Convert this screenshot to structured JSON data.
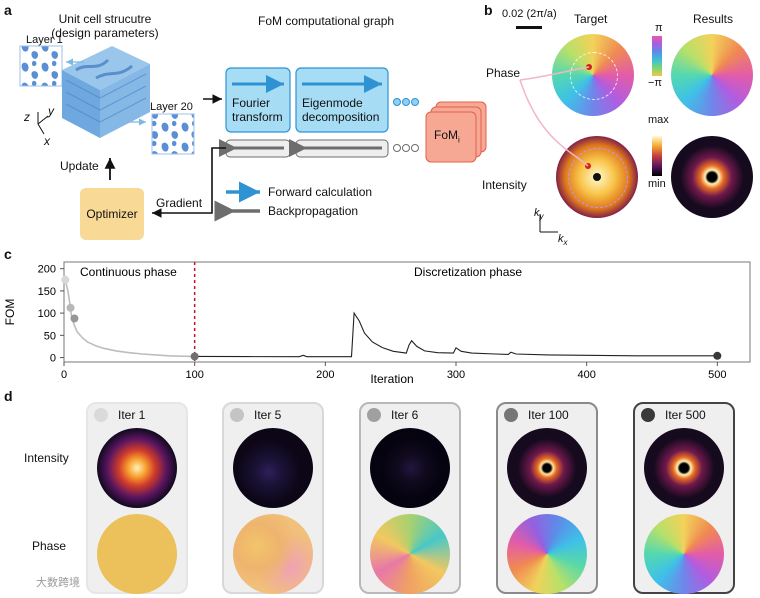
{
  "panel_a": {
    "label": "a",
    "unit_cell_title": "Unit cell strucutre",
    "unit_cell_subtitle": "(design parameters)",
    "layer1": "Layer 1",
    "layer20": "Layer 20",
    "axis_z": "z",
    "axis_y": "y",
    "axis_x": "x",
    "graph_title": "FoM computational graph",
    "fourier_line1": "Fourier",
    "fourier_line2": "transform",
    "eigen_line1": "Eigenmode",
    "eigen_line2": "decomposition",
    "fom": "FoM",
    "fom_sub": "i",
    "update": "Update",
    "gradient": "Gradient",
    "optimizer": "Optimizer",
    "legend_forward": "Forward calculation",
    "legend_backward": "Backpropagation",
    "colors": {
      "forward": "#2f93d3",
      "backward": "#6d6d6d",
      "box_fill": "#a7dcf5",
      "box_stroke": "#2f93d3",
      "fom_fill": "#f6a895",
      "fom_stroke": "#e0614b",
      "optimizer_fill": "#f8d996"
    }
  },
  "panel_b": {
    "label": "b",
    "scale": "0.02 (2π/a)",
    "target": "Target",
    "results": "Results",
    "phase": "Phase",
    "intensity": "Intensity",
    "phase_max": "π",
    "phase_min": "−π",
    "int_max": "max",
    "int_min": "min",
    "kx": "k",
    "kx_sub": "x",
    "ky": "k",
    "ky_sub": "y"
  },
  "panel_c": {
    "label": "c",
    "continuous": "Continuous phase",
    "discretization": "Discretization phase"
  },
  "chart_data": {
    "type": "line",
    "xlabel": "Iteration",
    "ylabel": "FOM",
    "xlim": [
      0,
      525
    ],
    "ylim": [
      -10,
      215
    ],
    "xticks": [
      0,
      100,
      200,
      300,
      400,
      500
    ],
    "yticks": [
      0,
      50,
      100,
      150,
      200
    ],
    "divider_x": 100,
    "continuous": [
      [
        1,
        175
      ],
      [
        3,
        150
      ],
      [
        5,
        112
      ],
      [
        6,
        88
      ],
      [
        8,
        72
      ],
      [
        10,
        58
      ],
      [
        14,
        45
      ],
      [
        18,
        35
      ],
      [
        24,
        27
      ],
      [
        30,
        21
      ],
      [
        40,
        15
      ],
      [
        50,
        11
      ],
      [
        60,
        8
      ],
      [
        70,
        6
      ],
      [
        80,
        4
      ],
      [
        90,
        3
      ],
      [
        100,
        2.5
      ]
    ],
    "discretization": [
      [
        100,
        2.5
      ],
      [
        140,
        2.2
      ],
      [
        180,
        2
      ],
      [
        183,
        5
      ],
      [
        186,
        2
      ],
      [
        220,
        2
      ],
      [
        222,
        100
      ],
      [
        226,
        82
      ],
      [
        230,
        55
      ],
      [
        236,
        35
      ],
      [
        244,
        22
      ],
      [
        252,
        14
      ],
      [
        262,
        10
      ],
      [
        264,
        28
      ],
      [
        266,
        38
      ],
      [
        270,
        25
      ],
      [
        276,
        15
      ],
      [
        286,
        11
      ],
      [
        298,
        10
      ],
      [
        300,
        22
      ],
      [
        304,
        14
      ],
      [
        312,
        10
      ],
      [
        330,
        8
      ],
      [
        340,
        7
      ],
      [
        342,
        12
      ],
      [
        346,
        8
      ],
      [
        370,
        6
      ],
      [
        400,
        5
      ],
      [
        440,
        4
      ],
      [
        480,
        4
      ],
      [
        500,
        4
      ]
    ],
    "markers": [
      {
        "x": 1,
        "y": 175,
        "color": "#d8d8d8"
      },
      {
        "x": 5,
        "y": 112,
        "color": "#b8b8b8"
      },
      {
        "x": 8,
        "y": 88,
        "color": "#969696"
      },
      {
        "x": 100,
        "y": 2.5,
        "color": "#6f6f6f"
      },
      {
        "x": 500,
        "y": 4,
        "color": "#383838"
      }
    ]
  },
  "panel_d": {
    "label": "d",
    "row_intensity": "Intensity",
    "row_phase": "Phase",
    "cards": [
      {
        "title": "Iter 1",
        "dot": "#dadada",
        "border": "#e6e6e6"
      },
      {
        "title": "Iter 5",
        "dot": "#c4c4c4",
        "border": "#d8d8d8"
      },
      {
        "title": "Iter 6",
        "dot": "#a0a0a0",
        "border": "#b8b8b8"
      },
      {
        "title": "Iter 100",
        "dot": "#767676",
        "border": "#8a8a8a"
      },
      {
        "title": "Iter 500",
        "dot": "#3a3a3a",
        "border": "#444444"
      }
    ]
  },
  "watermark": "大数跨境"
}
